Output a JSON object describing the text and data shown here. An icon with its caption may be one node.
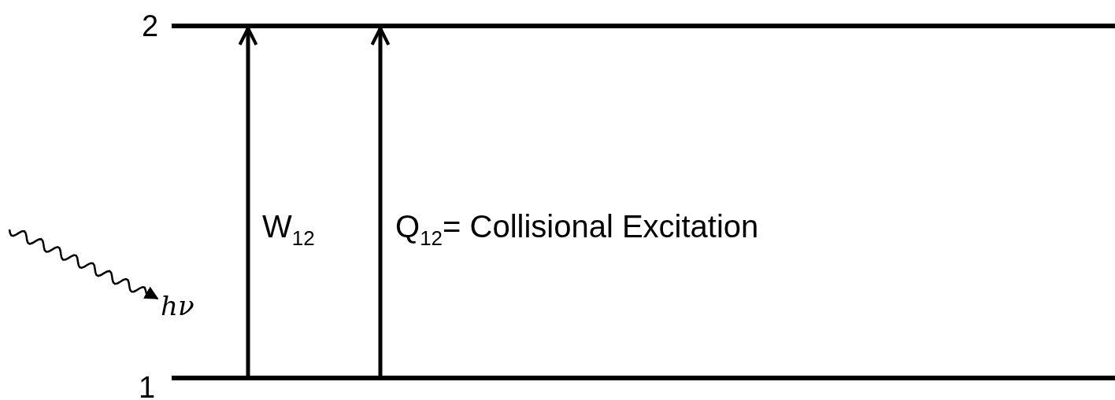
{
  "diagram": {
    "nodes": [
      {
        "text": [],
        "shape": "bar",
        "beside": [
          "2"
        ]
      },
      {
        "text": [],
        "shape": "bar",
        "beside": [
          "1"
        ]
      },
      {
        "text": [
          "hν"
        ]
      }
    ],
    "edges": [
      {
        "from": 1,
        "to": 0,
        "arrow": "to",
        "label": "W$_{12}$"
      },
      {
        "from": 1,
        "to": 0,
        "arrow": "to",
        "label": "Q$_{12}$= Collisional Excitation"
      },
      {
        "from": null,
        "to": 2,
        "arrow": "to"
      }
    ]
  }
}
